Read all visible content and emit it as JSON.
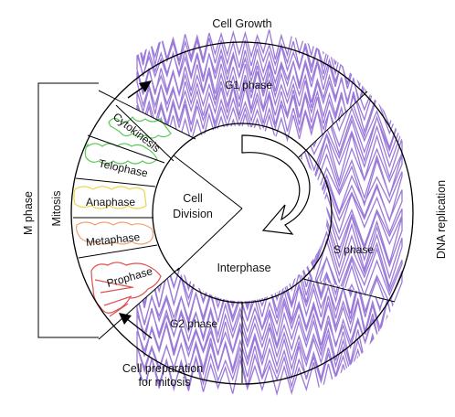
{
  "labels": {
    "cell_growth": "Cell Growth",
    "dna_replication": "DNA replication",
    "cell_prep_line1": "Cell preparation",
    "cell_prep_line2": "for mitosis",
    "m_phase": "M phase",
    "mitosis": "Mitosis"
  },
  "phases": {
    "g1": "G1 phase",
    "s": "S phase",
    "g2": "G2 phase",
    "cytokinesis": "Cytokinesis",
    "telophase": "Telophase",
    "anaphase": "Anaphase",
    "metaphase": "Metaphase",
    "prophase": "Prophase"
  },
  "inner": {
    "cell_division_line1": "Cell",
    "cell_division_line2": "Division",
    "interphase": "Interphase"
  },
  "colors": {
    "interphase_scribble": "#8a63d2",
    "cytokinesis": "#5cc85c",
    "telophase": "#5cc85c",
    "anaphase": "#e8d84a",
    "metaphase": "#f0a070",
    "prophase": "#e05050"
  }
}
